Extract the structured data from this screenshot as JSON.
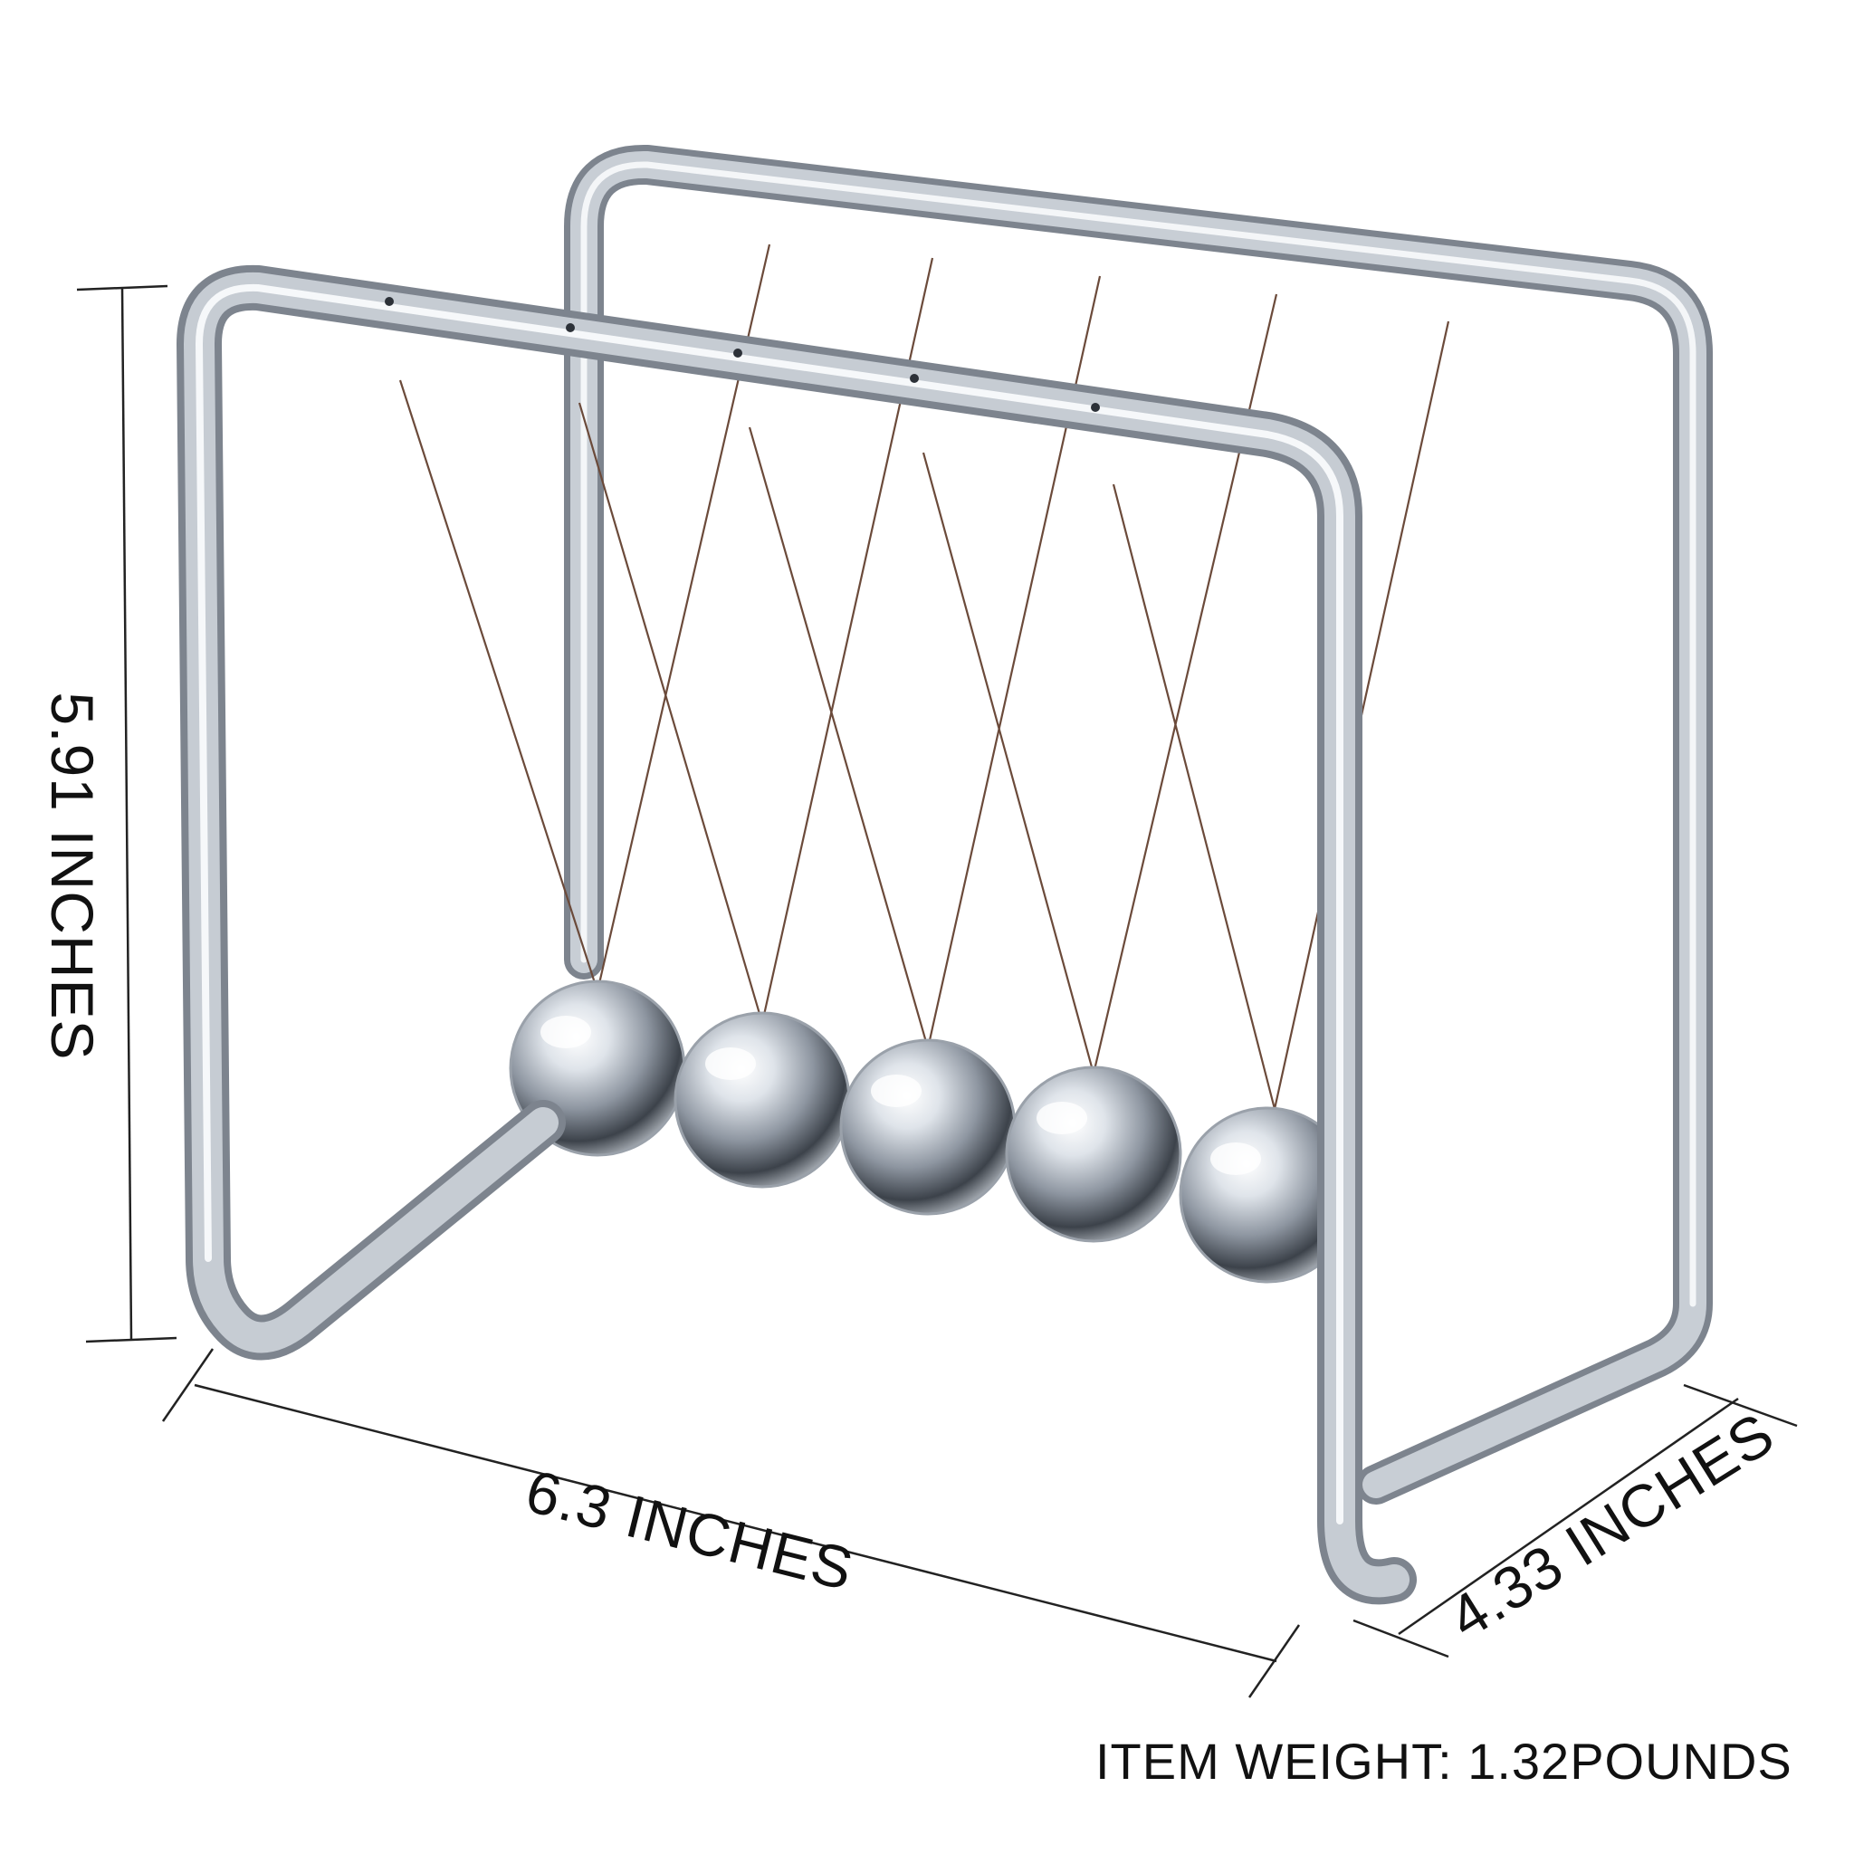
{
  "product": {
    "subject": "newtons-cradle",
    "ball_count": 5,
    "frame_color": "#b8bec6",
    "string_color": "#6b4a3a"
  },
  "dimensions": {
    "height_label": "5.91 INCHES",
    "width_label": "6.3 INCHES",
    "depth_label": "4.33 INCHES"
  },
  "weight_label": "ITEM WEIGHT: 1.32POUNDS"
}
